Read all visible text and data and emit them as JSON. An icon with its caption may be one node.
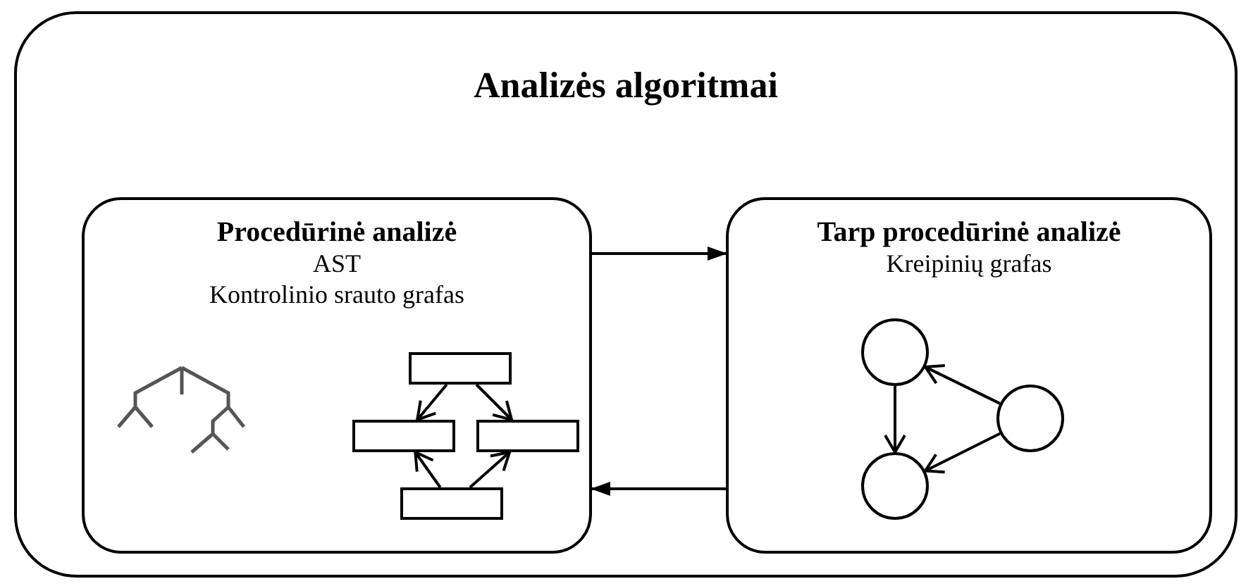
{
  "diagram": {
    "nodes": [
      {
        "text": [
          "Analizės algoritmai"
        ]
      },
      {
        "text": [
          "Procedūrinė analizė",
          "AST",
          "Kontrolinio srauto grafas"
        ],
        "in": 0
      },
      {
        "text": [
          "Tarp procedūrinė analizė",
          "Kreipinių grafas"
        ],
        "in": 0
      },
      {
        "text": [],
        "shape": "box",
        "in": 1
      },
      {
        "text": [],
        "shape": "box",
        "in": 1
      },
      {
        "text": [],
        "shape": "box",
        "in": 1
      },
      {
        "text": [],
        "shape": "box",
        "in": 1
      },
      {
        "text": [],
        "shape": "circle",
        "in": 2
      },
      {
        "text": [],
        "shape": "circle",
        "in": 2
      },
      {
        "text": [],
        "shape": "circle",
        "in": 2
      }
    ],
    "edges": [
      {
        "from": 1,
        "to": 2,
        "arrow": "to"
      },
      {
        "from": 2,
        "to": 1,
        "arrow": "to"
      },
      {
        "from": 3,
        "to": 4,
        "arrow": "to"
      },
      {
        "from": 3,
        "to": 5,
        "arrow": "to"
      },
      {
        "from": 6,
        "to": 4,
        "arrow": "to"
      },
      {
        "from": 6,
        "to": 5,
        "arrow": "to"
      },
      {
        "from": 7,
        "to": 9,
        "arrow": "to"
      },
      {
        "from": 8,
        "to": 7,
        "arrow": "to"
      },
      {
        "from": 8,
        "to": 9,
        "arrow": "to"
      }
    ]
  }
}
